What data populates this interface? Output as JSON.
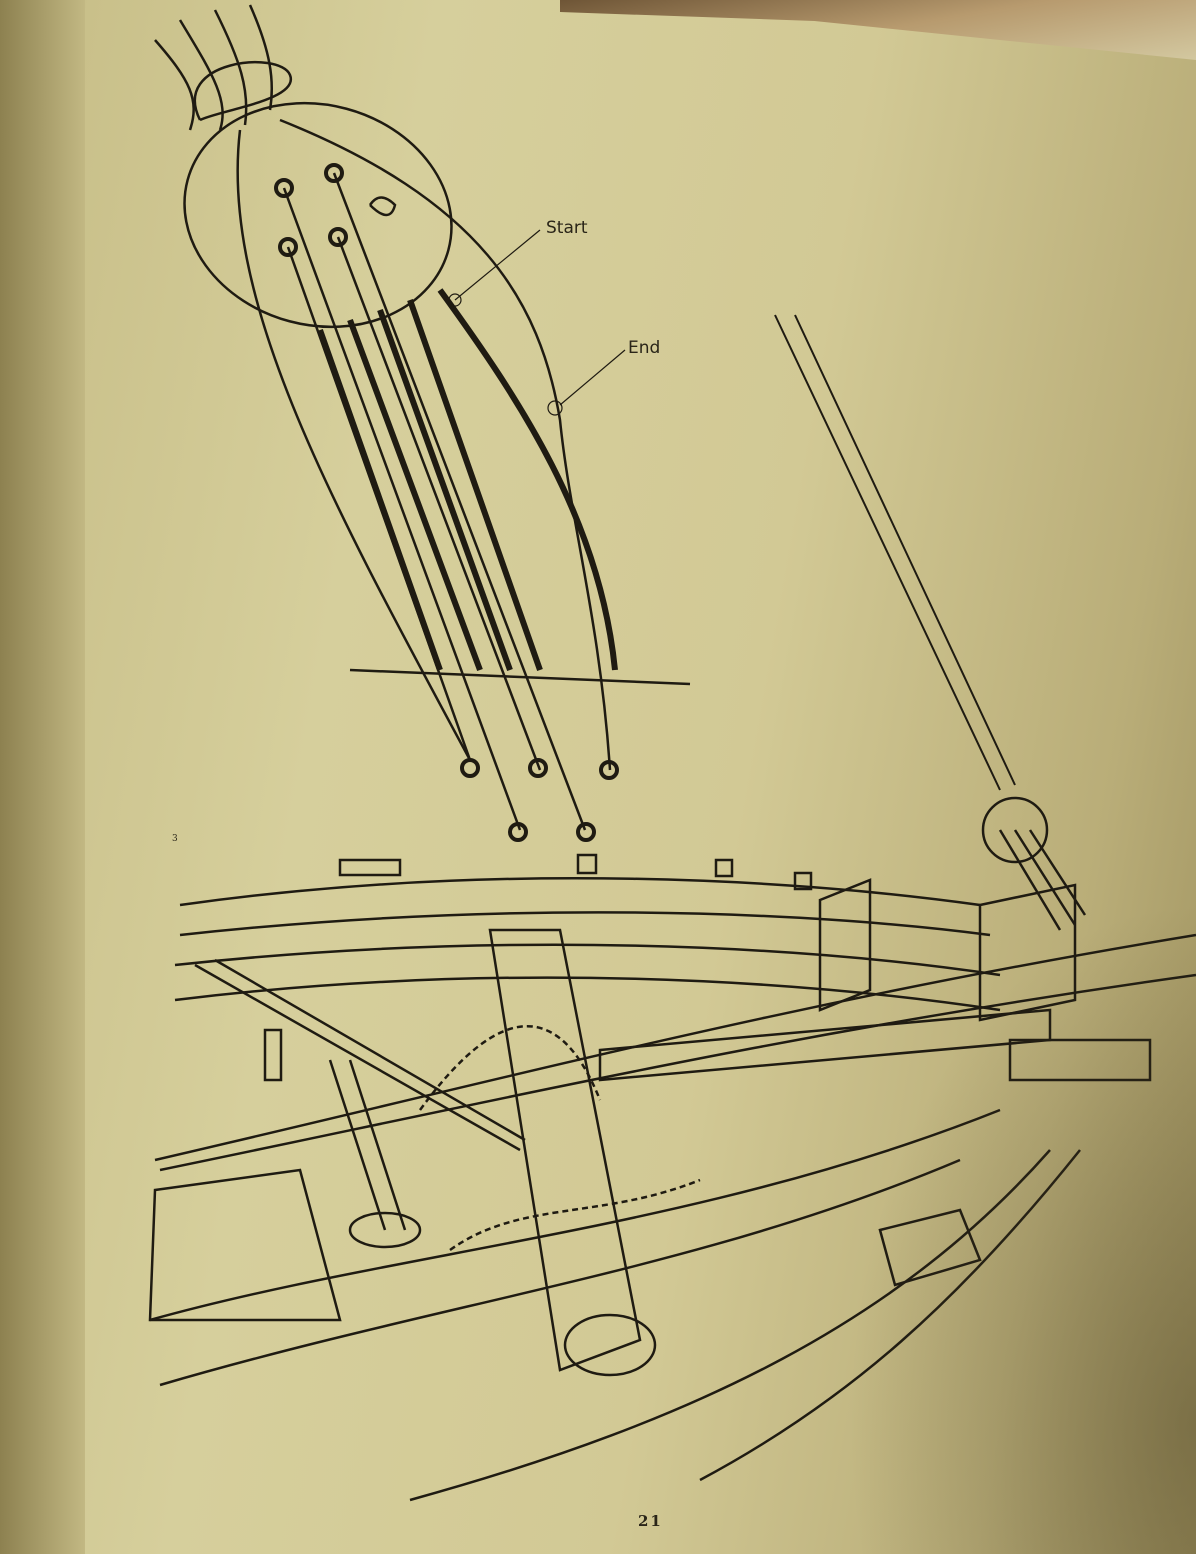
{
  "figure": {
    "labels": {
      "start": "Start",
      "end": "End"
    },
    "figure_number": "3"
  },
  "page": {
    "number": "21"
  }
}
